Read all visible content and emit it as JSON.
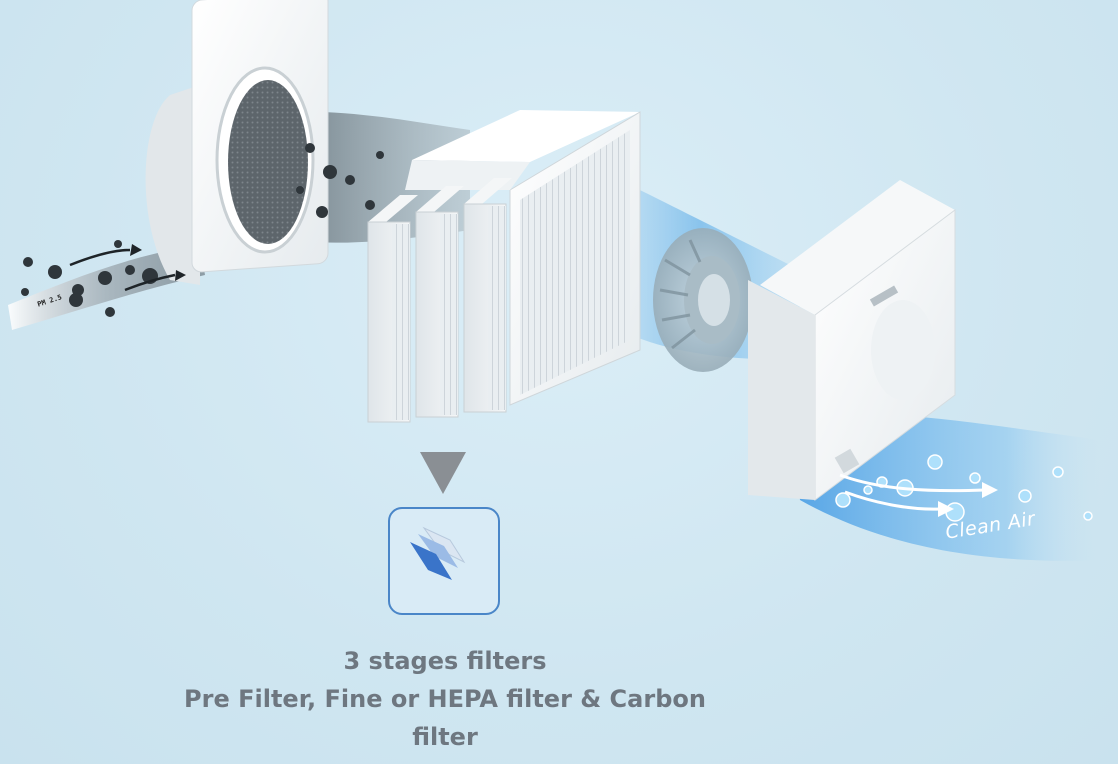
{
  "caption": {
    "title": "3 stages filters",
    "subtitle": "Pre Filter, Fine or HEPA filter & Carbon filter"
  },
  "airflow": {
    "out_label": "Clean Air",
    "pm_label": "PM 2.5"
  },
  "icons": {
    "arrow": "down-triangle-icon",
    "filter_stack": "layered-filter-icon"
  },
  "colors": {
    "background": "#cfe6f1",
    "accent_blue": "#3a74c9",
    "icon_border": "#4a86c8",
    "caption_text": "#6e7780",
    "triangle": "#8a8f94"
  }
}
